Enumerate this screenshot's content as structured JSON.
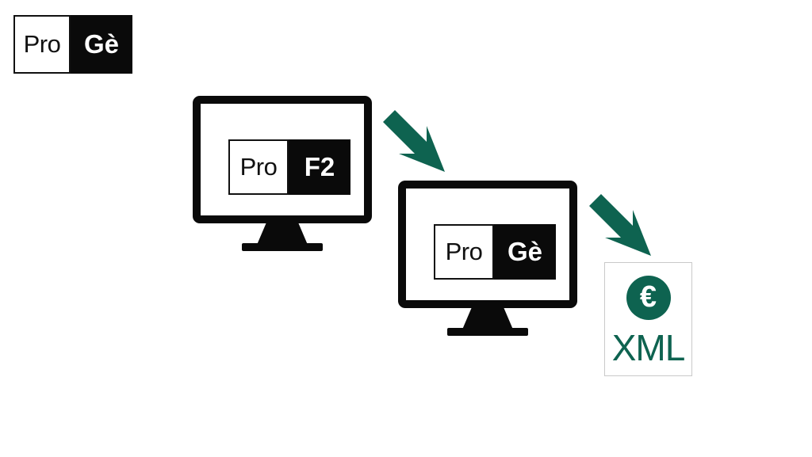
{
  "brand": {
    "logo": {
      "left_text": "Pro",
      "right_text": "Gè",
      "name": "brand-logo"
    }
  },
  "flow": {
    "steps": [
      {
        "type": "monitor",
        "name": "source-application",
        "screen_logo": {
          "left_text": "Pro",
          "right_text": "F2"
        }
      },
      {
        "type": "arrow",
        "name": "arrow-step-1",
        "direction": "down-right"
      },
      {
        "type": "monitor",
        "name": "target-application",
        "screen_logo": {
          "left_text": "Pro",
          "right_text": "Gè"
        }
      },
      {
        "type": "arrow",
        "name": "arrow-step-2",
        "direction": "down-right"
      },
      {
        "type": "document",
        "name": "xml-output",
        "icon": "euro-icon",
        "icon_glyph": "€",
        "label": "XML"
      }
    ]
  },
  "monitor_1": {
    "logo": {
      "left_text": "Pro",
      "right_text": "F2"
    }
  },
  "monitor_2": {
    "logo": {
      "left_text": "Pro",
      "right_text": "Gè"
    }
  },
  "xml_card": {
    "euro_glyph": "€",
    "label": "XML"
  },
  "colors": {
    "accent_green": "#0E6350",
    "black": "#0a0a0a",
    "white": "#ffffff",
    "card_border": "#c9c9c9"
  }
}
